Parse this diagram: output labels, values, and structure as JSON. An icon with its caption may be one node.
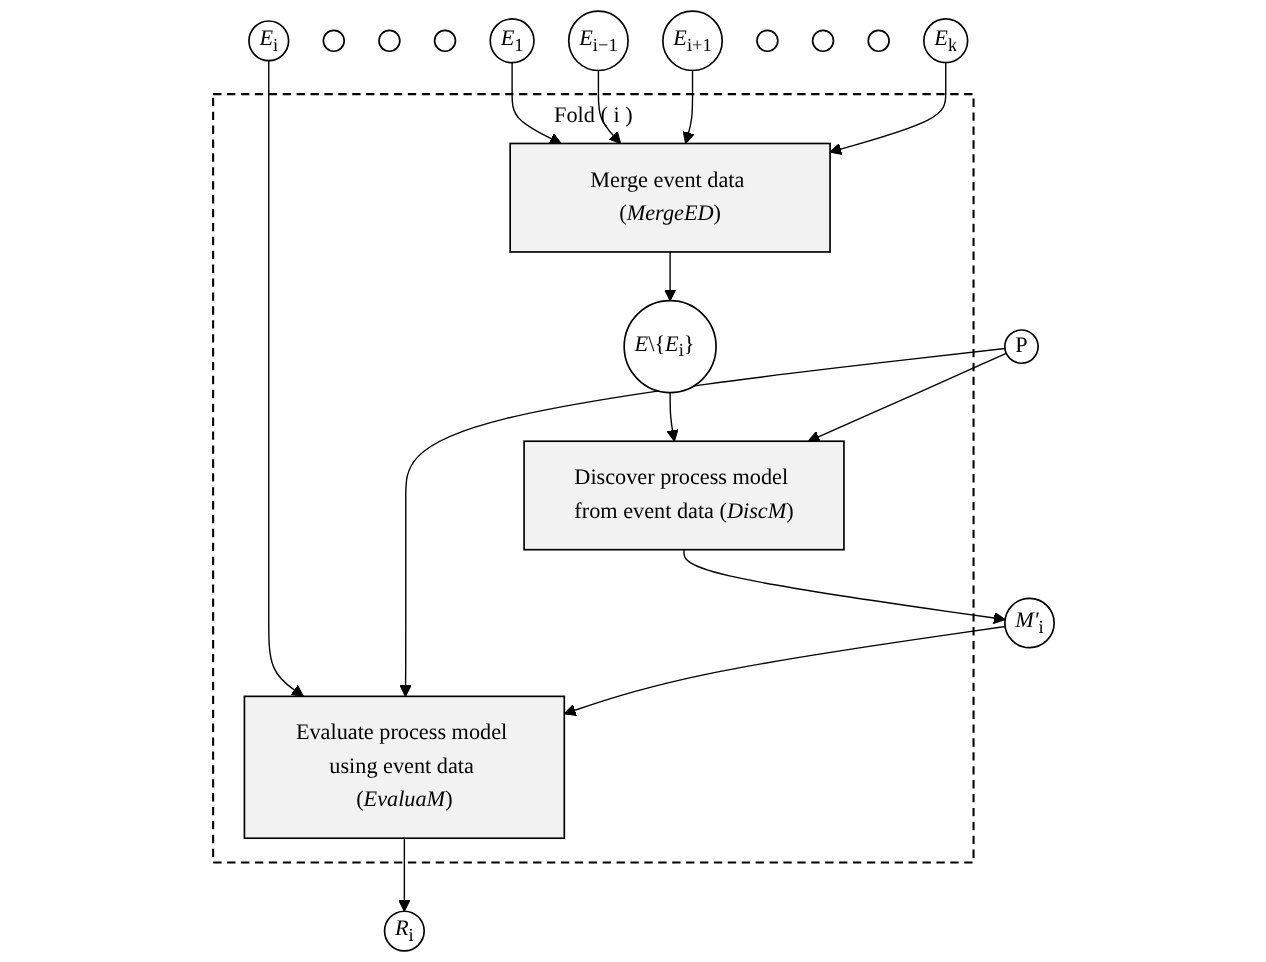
{
  "diagram": {
    "nodes": [
      {
        "text": [
          "*E*$_{1}$"
        ]
      },
      {
        "text": [],
        "shape": "circle"
      },
      {
        "text": [],
        "shape": "circle"
      },
      {
        "text": [],
        "shape": "circle"
      },
      {
        "text": [
          "*E*$_{i−1}$"
        ]
      },
      {
        "text": [
          "*E*$_{i}$"
        ]
      },
      {
        "text": [
          "*E*$_{i+1}$"
        ]
      },
      {
        "text": [],
        "shape": "circle"
      },
      {
        "text": [],
        "shape": "circle"
      },
      {
        "text": [],
        "shape": "circle"
      },
      {
        "text": [
          "*E*$_{k}$"
        ]
      },
      {
        "text": [
          "Fold ( i )"
        ]
      },
      {
        "text": [
          "Merge event data (*MergeED*)"
        ],
        "in": 11
      },
      {
        "text": [
          "*E*\\{*E*$_{i}$}"
        ],
        "in": 11
      },
      {
        "text": [
          "Discover process model from event data (*DiscM*)"
        ],
        "in": 11
      },
      {
        "text": [
          "P"
        ]
      },
      {
        "text": [
          "Evaluate process model using event data (*EvaluaM*)"
        ],
        "in": 11
      },
      {
        "text": [
          "*M'*$_{i}$"
        ]
      },
      {
        "text": [
          "*R*$_{i}$"
        ]
      }
    ],
    "edges": [
      {
        "from": 0,
        "to": 12,
        "arrow": "to"
      },
      {
        "from": 4,
        "to": 12,
        "arrow": "to"
      },
      {
        "from": 6,
        "to": 12,
        "arrow": "to"
      },
      {
        "from": 10,
        "to": 12,
        "arrow": "to"
      },
      {
        "from": 5,
        "to": 16,
        "arrow": "to"
      },
      {
        "from": 12,
        "to": 13,
        "arrow": "to"
      },
      {
        "from": 13,
        "to": 14,
        "arrow": "to"
      },
      {
        "from": 15,
        "to": 14,
        "arrow": "to"
      },
      {
        "from": 15,
        "to": 16,
        "arrow": "to"
      },
      {
        "from": 14,
        "to": 17,
        "arrow": "to"
      },
      {
        "from": 17,
        "to": 16,
        "arrow": "to"
      },
      {
        "from": 16,
        "to": 18,
        "arrow": "to"
      }
    ]
  }
}
